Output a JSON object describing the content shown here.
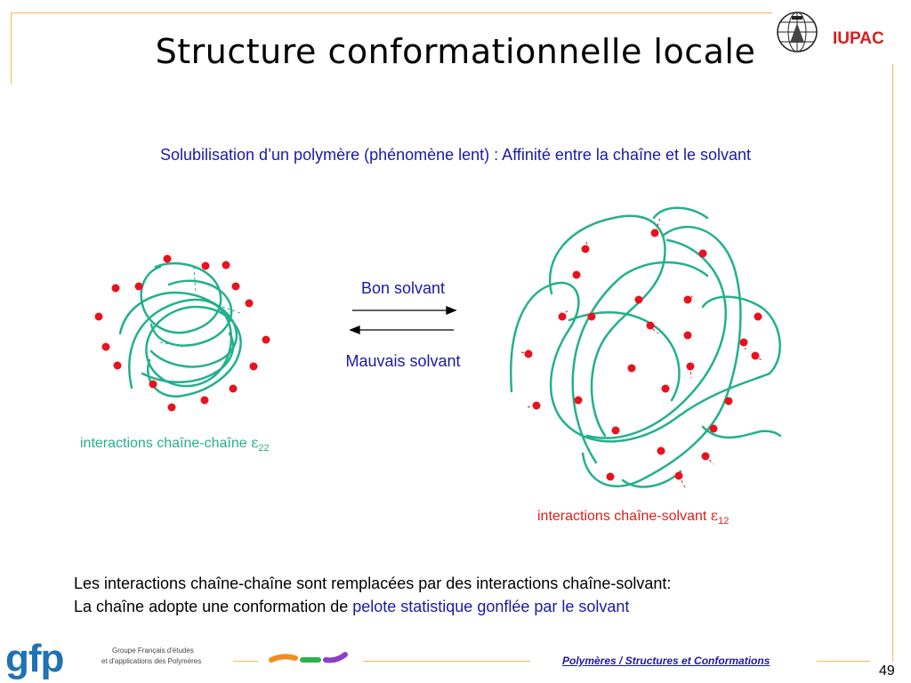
{
  "title": "Structure conformationnelle locale",
  "logo": {
    "text": "IUPAC"
  },
  "subtitle": "Solubilisation d’un polymère (phénomène lent) :  Affinité entre la chaîne et le solvant",
  "arrows": {
    "forward_label": "Bon solvant",
    "backward_label": "Mauvais solvant"
  },
  "captions": {
    "left_text": "interactions chaîne-chaîne ",
    "left_symbol": "ε",
    "left_sub": "22",
    "right_text": "interactions chaîne-solvant ",
    "right_symbol": "ε",
    "right_sub": "12"
  },
  "body": {
    "line1": "Les interactions chaîne-chaîne sont remplacées par des interactions chaîne-solvant:",
    "line2_start": "La chaîne adopte une conformation de ",
    "line2_highlight": "pelote statistique gonflée par le solvant"
  },
  "footer": {
    "brand": "gfp",
    "brand_line1": "Groupe Français d'études",
    "brand_line2": "et d'applications des Polymères",
    "title": "Polymères / Structures et Conformations",
    "page": "49"
  },
  "colors": {
    "chain": "#22b08e",
    "solvent": "#e8121e",
    "text_blue": "#1a1aa6",
    "frame": "#f0b85a"
  }
}
